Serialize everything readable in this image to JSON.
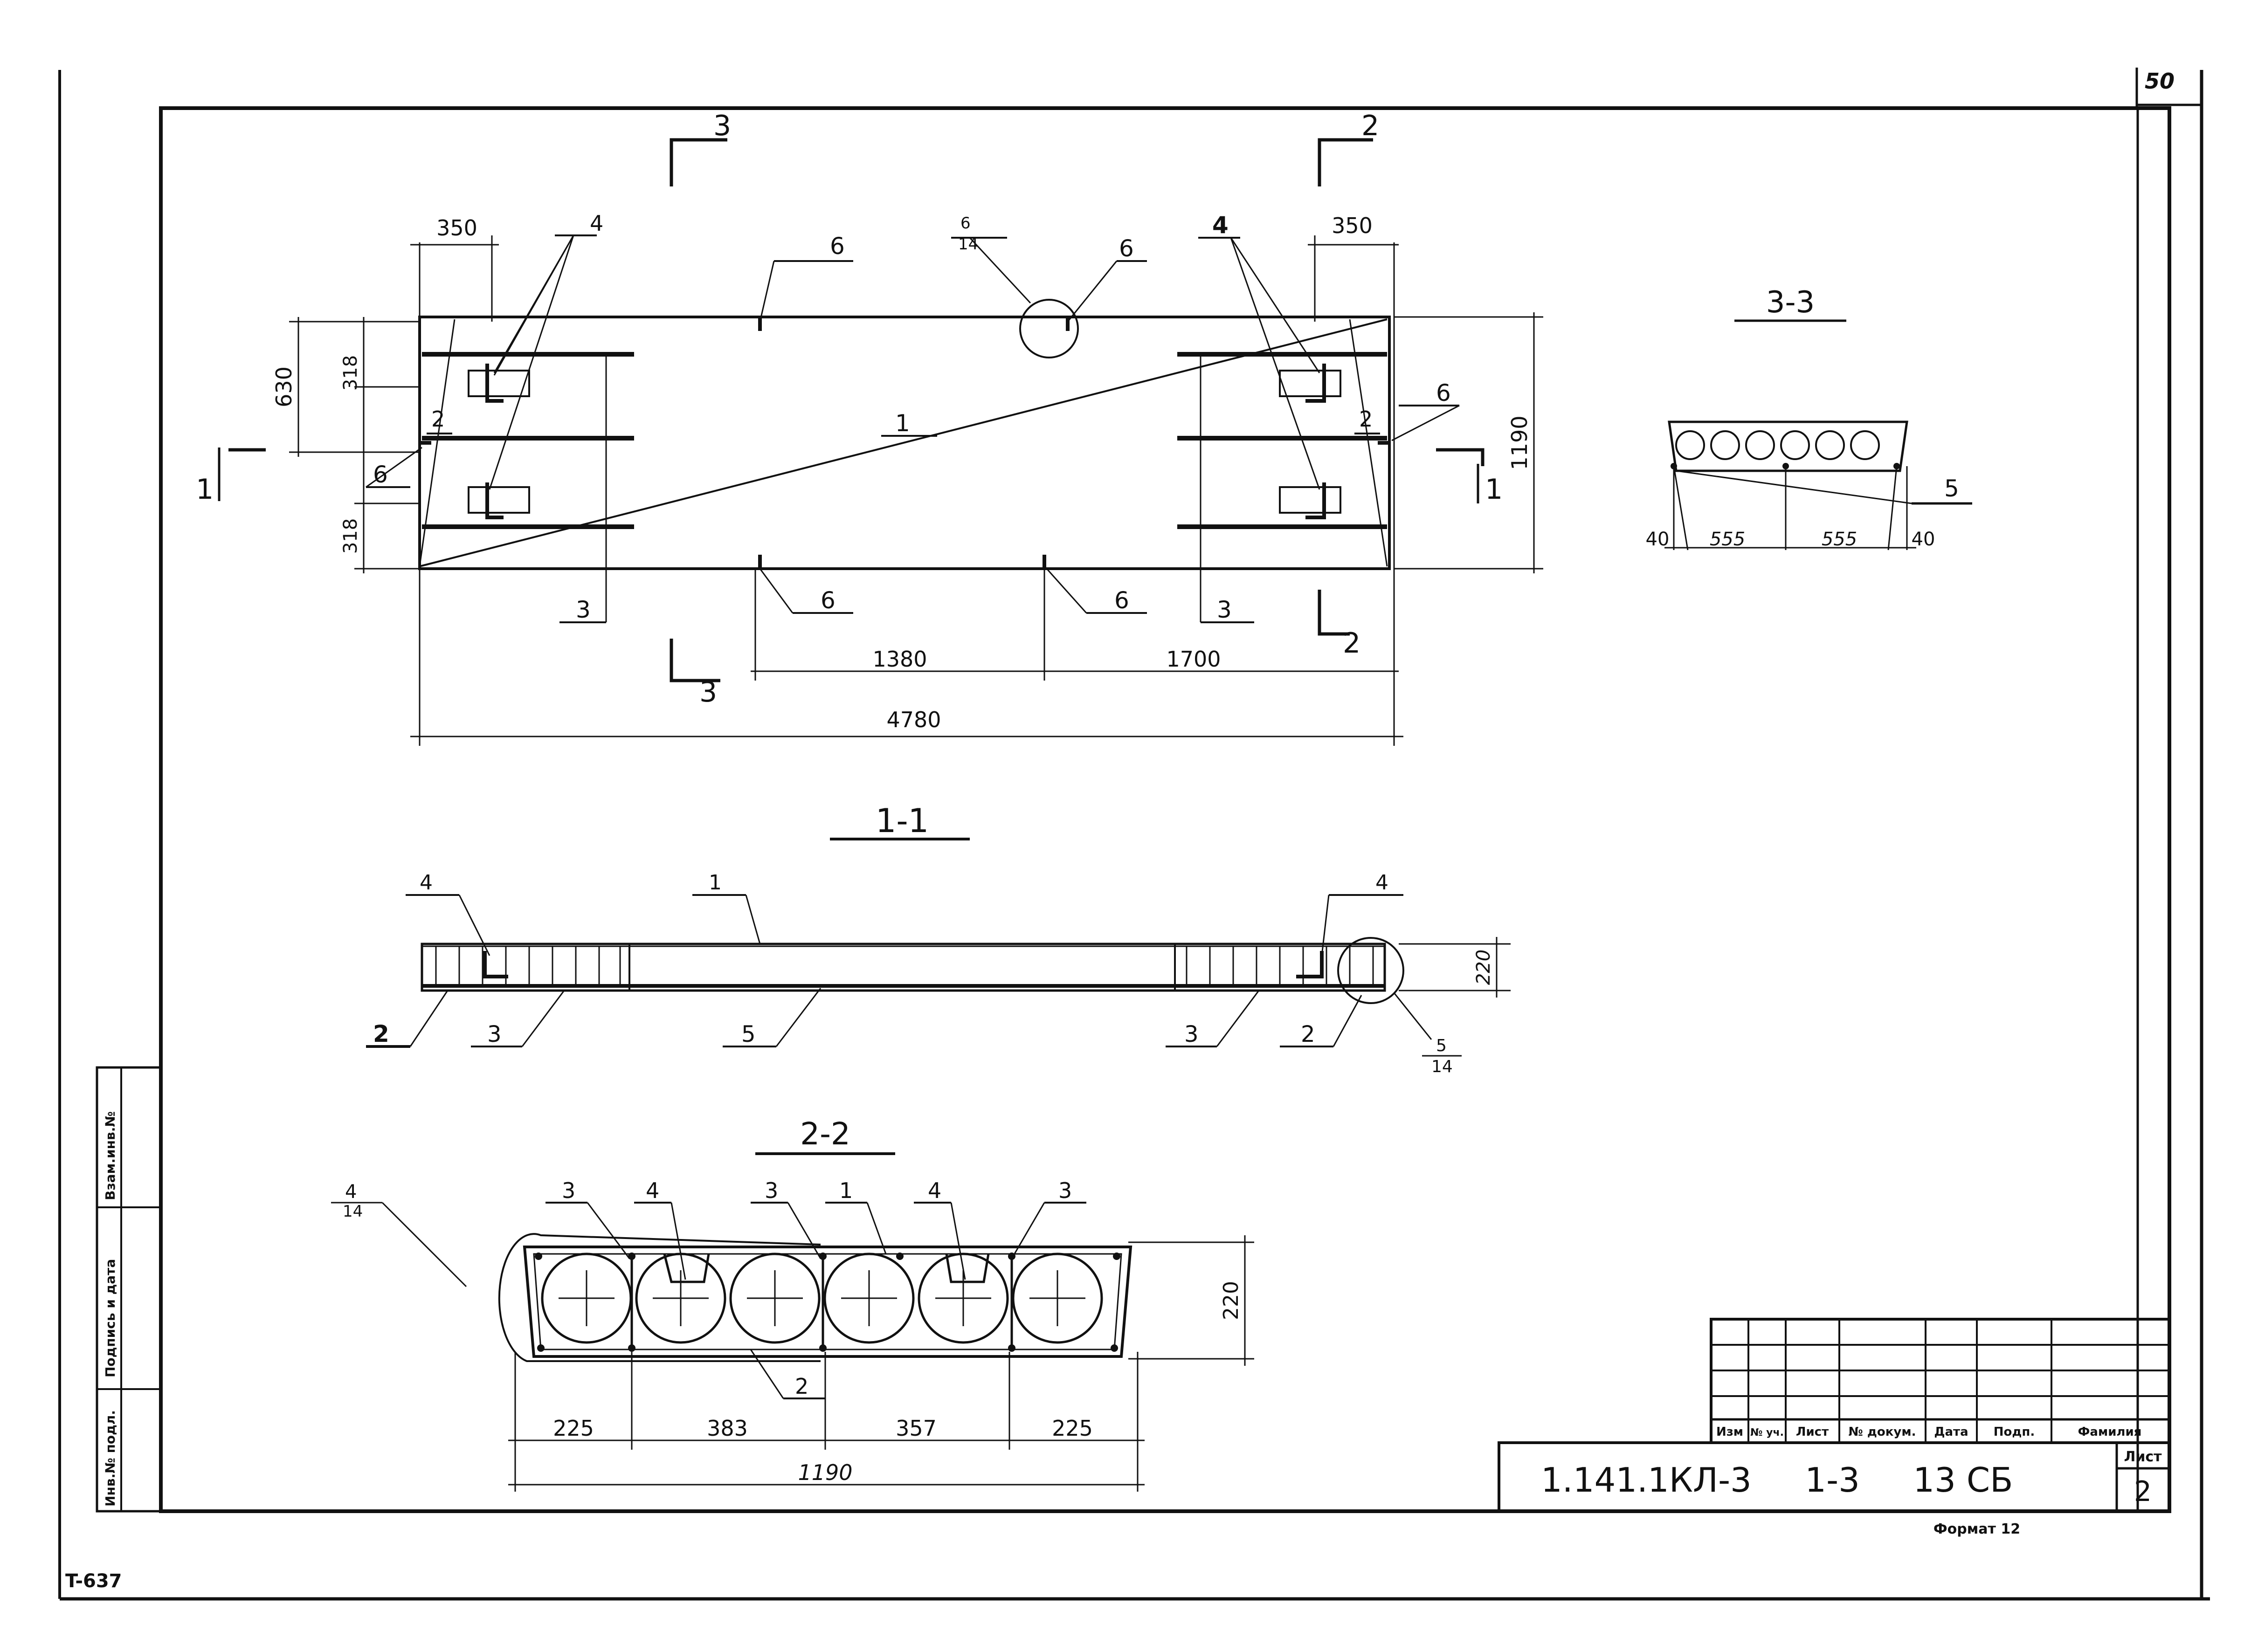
{
  "sheet": {
    "page_number": "50",
    "inventory_code": "T-637",
    "format_label": "Формат 12"
  },
  "side_stamp": {
    "inv_original": "Инв.№ подл.",
    "sign_date": "Подпись и дата",
    "inv_replaced": "Взам.инв.№"
  },
  "plan": {
    "section_marks": {
      "s2_top": "2",
      "s2_bottom": "2",
      "s3_top": "3",
      "s3_bottom": "3",
      "s1_left": "1",
      "s1_right": "1"
    },
    "dims": {
      "left_350": "350",
      "right_350": "350",
      "left_318_top": "318",
      "left_318_bottom": "318",
      "left_630": "630",
      "right_1190": "1190",
      "bottom_1380": "1380",
      "bottom_1700": "1700",
      "overall_4780": "4780"
    },
    "callouts": {
      "pos4_left": "4",
      "pos4_right": "4",
      "pos6_top": "6",
      "pos6_node_top": "6",
      "pos6_node_bottom": "14",
      "pos6_circle": "6",
      "pos6_left": "6",
      "pos6_right": "6",
      "pos6_bottom_a": "6",
      "pos6_bottom_b": "6",
      "pos1": "1",
      "pos2_left": "2",
      "pos2_right": "2",
      "pos3_left": "3",
      "pos3_right": "3"
    }
  },
  "section33": {
    "title": "3-3",
    "dims": {
      "d40_left": "40",
      "d555_a": "555",
      "d555_b": "555",
      "d40_right": "40"
    },
    "callout5": "5"
  },
  "section11": {
    "title": "1-1",
    "dims": {
      "h220": "220"
    },
    "callouts": {
      "pos4_left": "4",
      "pos4_right": "4",
      "pos1": "1",
      "pos2_left": "2",
      "pos3_left": "3",
      "pos5": "5",
      "pos3_right": "3",
      "pos2_right": "2",
      "node_top": "5",
      "node_bottom": "14"
    }
  },
  "section22": {
    "title": "2-2",
    "dims": {
      "d225_a": "225",
      "d383": "383",
      "d357": "357",
      "d225_b": "225",
      "d1190": "1190",
      "h220": "220"
    },
    "callouts": {
      "node_top": "4",
      "node_bottom": "14",
      "pos3_a": "3",
      "pos4_a": "4",
      "pos3_b": "3",
      "pos1": "1",
      "pos4_b": "4",
      "pos3_c": "3",
      "pos2": "2"
    }
  },
  "title_block": {
    "headers": [
      "Изм",
      "№ уч.",
      "Лист",
      "№ докум.",
      "Дата",
      "Подп.",
      "Фамилия"
    ],
    "designation": "1.141.1КЛ-3     1-3     13 СБ",
    "sheet_label": "Лист",
    "sheet_number": "2"
  }
}
